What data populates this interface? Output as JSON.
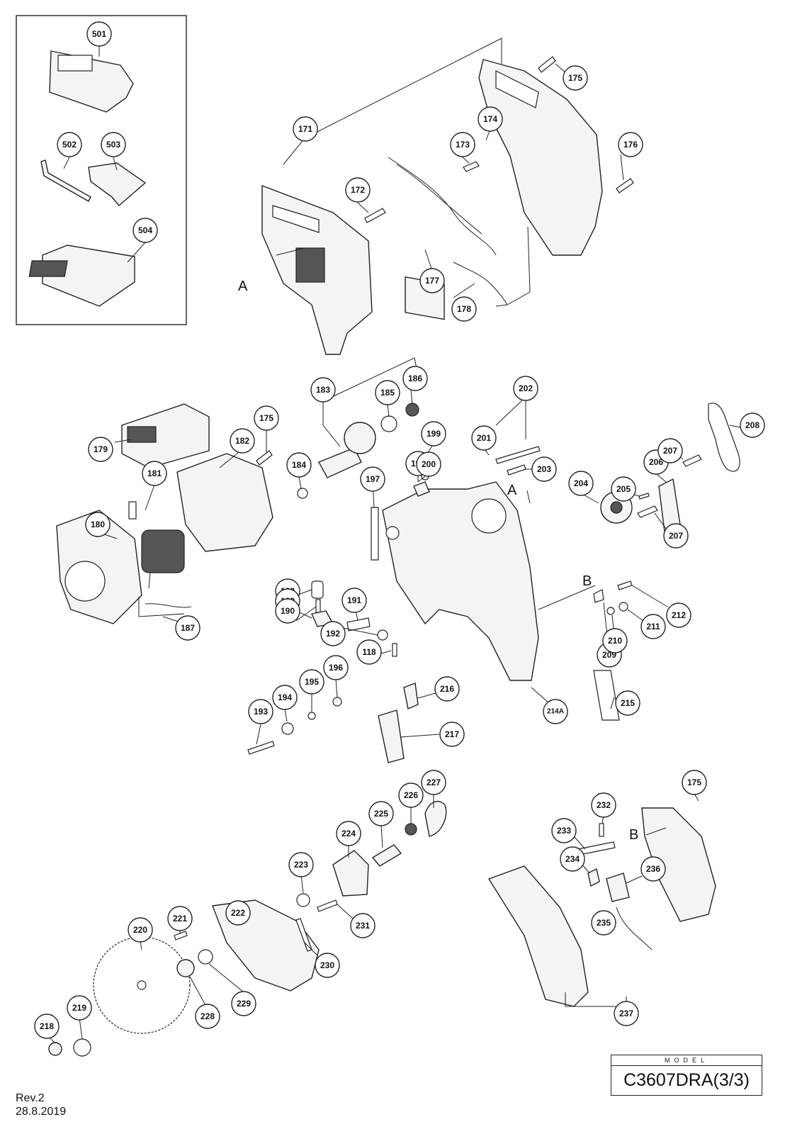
{
  "parts": [
    {
      "id": "501"
    },
    {
      "id": "502"
    },
    {
      "id": "503"
    },
    {
      "id": "504"
    },
    {
      "id": "171"
    },
    {
      "id": "172"
    },
    {
      "id": "173"
    },
    {
      "id": "174"
    },
    {
      "id": "175"
    },
    {
      "id": "176"
    },
    {
      "id": "177"
    },
    {
      "id": "178"
    },
    {
      "id": "179"
    },
    {
      "id": "180"
    },
    {
      "id": "181"
    },
    {
      "id": "182"
    },
    {
      "id": "183"
    },
    {
      "id": "184"
    },
    {
      "id": "185"
    },
    {
      "id": "186"
    },
    {
      "id": "187"
    },
    {
      "id": "188"
    },
    {
      "id": "189"
    },
    {
      "id": "190"
    },
    {
      "id": "191"
    },
    {
      "id": "192"
    },
    {
      "id": "193"
    },
    {
      "id": "194"
    },
    {
      "id": "195"
    },
    {
      "id": "196"
    },
    {
      "id": "197"
    },
    {
      "id": "198"
    },
    {
      "id": "199"
    },
    {
      "id": "200"
    },
    {
      "id": "201"
    },
    {
      "id": "202"
    },
    {
      "id": "203"
    },
    {
      "id": "204"
    },
    {
      "id": "205"
    },
    {
      "id": "206"
    },
    {
      "id": "207"
    },
    {
      "id": "208"
    },
    {
      "id": "209"
    },
    {
      "id": "210"
    },
    {
      "id": "211"
    },
    {
      "id": "212"
    },
    {
      "id": "214A"
    },
    {
      "id": "215"
    },
    {
      "id": "216"
    },
    {
      "id": "217"
    },
    {
      "id": "118"
    },
    {
      "id": "218"
    },
    {
      "id": "219"
    },
    {
      "id": "220"
    },
    {
      "id": "221"
    },
    {
      "id": "222"
    },
    {
      "id": "223"
    },
    {
      "id": "224"
    },
    {
      "id": "225"
    },
    {
      "id": "226"
    },
    {
      "id": "227"
    },
    {
      "id": "228"
    },
    {
      "id": "229"
    },
    {
      "id": "230"
    },
    {
      "id": "231"
    },
    {
      "id": "232"
    },
    {
      "id": "233"
    },
    {
      "id": "234"
    },
    {
      "id": "235"
    },
    {
      "id": "236"
    },
    {
      "id": "237"
    }
  ],
  "extra_callouts": {
    "p175_motor": "175",
    "p175_handle": "175",
    "p207_lower": "207"
  },
  "reference_letters": {
    "a_left": "A",
    "a_center": "A",
    "b_center": "B",
    "b_handle": "B"
  },
  "model_box": {
    "caption": "MODEL",
    "number": "C3607DRA(3/3)"
  },
  "revision": {
    "label": "Rev.2",
    "date": "28.8.2019"
  }
}
